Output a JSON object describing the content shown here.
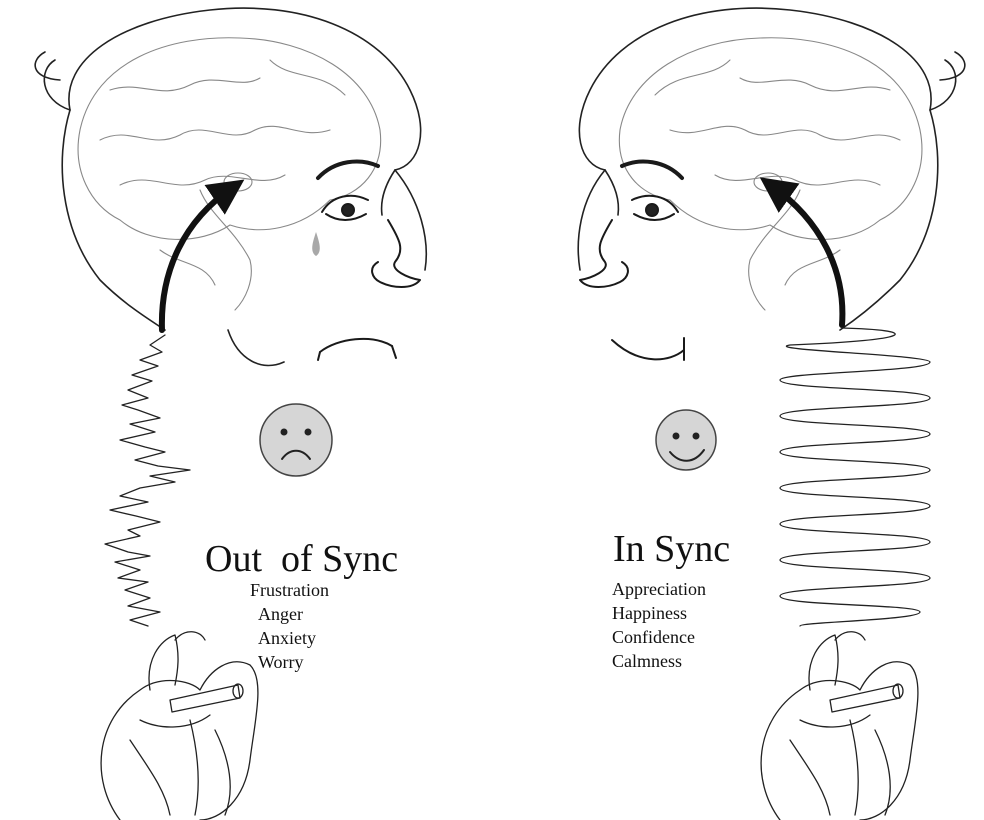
{
  "left_panel": {
    "title": "Out  of Sync",
    "emotions": [
      "Frustration",
      "Anger",
      "Anxiety",
      "Worry"
    ]
  },
  "right_panel": {
    "title": "In Sync",
    "emotions": [
      "Appreciation",
      "Happiness",
      "Confidence",
      "Calmness"
    ]
  },
  "colors": {
    "line": "#1a1a1a",
    "brain": "#777777",
    "face_fill": "#d6d6d6",
    "tear": "#a8a8a8"
  }
}
